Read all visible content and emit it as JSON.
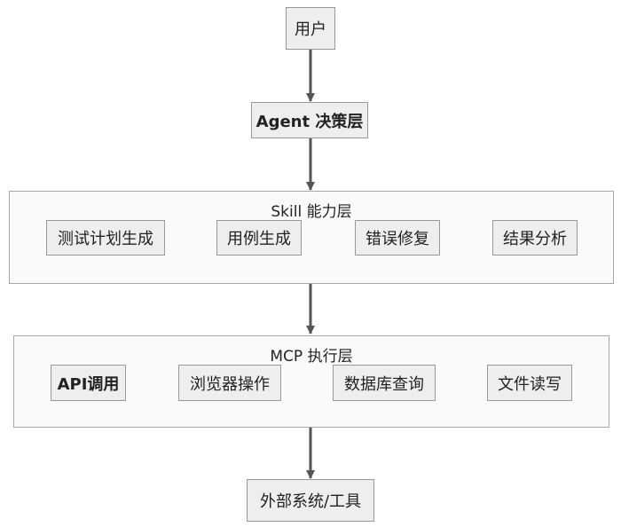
{
  "nodes": {
    "user": "用户",
    "agent": "Agent 决策层",
    "external": "外部系统/工具"
  },
  "skill_layer": {
    "title": "Skill 能力层",
    "items": [
      "测试计划生成",
      "用例生成",
      "错误修复",
      "结果分析"
    ]
  },
  "mcp_layer": {
    "title": "MCP 执行层",
    "items": [
      "API调用",
      "浏览器操作",
      "数据库查询",
      "文件读写"
    ]
  },
  "edges": [
    {
      "from": "用户",
      "to": "Agent 决策层"
    },
    {
      "from": "Agent 决策层",
      "to": "Skill 能力层"
    },
    {
      "from": "Skill 能力层",
      "to": "MCP 执行层"
    },
    {
      "from": "MCP 执行层",
      "to": "外部系统/工具"
    }
  ]
}
